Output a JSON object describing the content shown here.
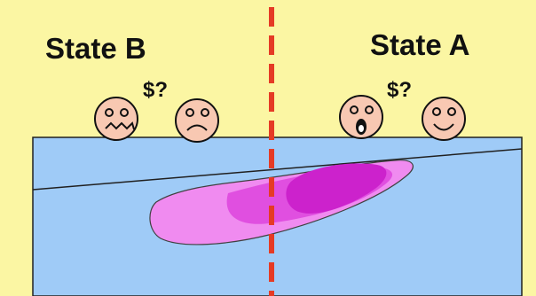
{
  "labels": {
    "state_b": "State B",
    "state_a": "State A",
    "cost_left": "$?",
    "cost_right": "$?"
  },
  "colors": {
    "background": "#fbf6a3",
    "ground": "#9fcbf7",
    "ground_edge": "#202020",
    "boundary": "#e53b25",
    "plume_outer": "#f08bf0",
    "plume_middle": "#e04fe0",
    "plume_core": "#cc22cc",
    "face": "#f8c8b2"
  },
  "faces": [
    {
      "name": "worried-face-icon",
      "expression": "worried"
    },
    {
      "name": "sad-face-icon",
      "expression": "sad"
    },
    {
      "name": "surprised-face-icon",
      "expression": "surprised"
    },
    {
      "name": "happy-face-icon",
      "expression": "happy"
    }
  ]
}
